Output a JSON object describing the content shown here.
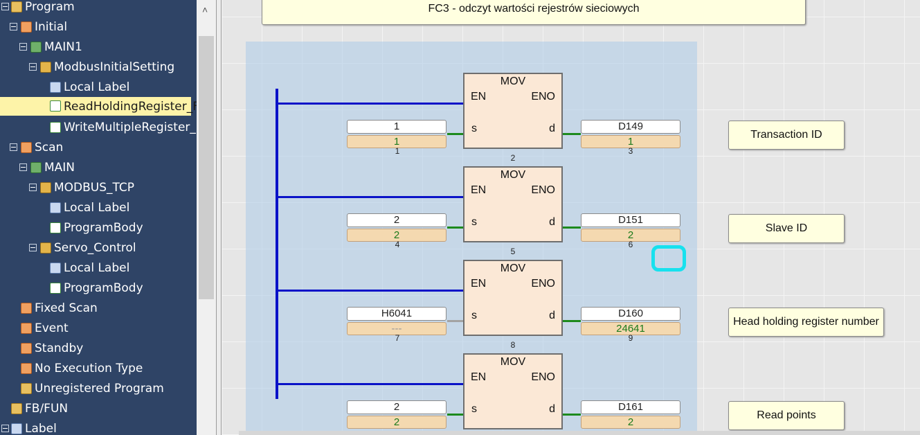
{
  "tree": {
    "items": [
      {
        "label": "Program",
        "icon": "program-folder-icon"
      },
      {
        "label": "Initial",
        "icon": "task-icon"
      },
      {
        "label": "MAIN1",
        "icon": "program-icon"
      },
      {
        "label": "ModbusInitialSetting",
        "icon": "fb-icon"
      },
      {
        "label": "Local Label",
        "icon": "local-label-icon"
      },
      {
        "label": "ReadHoldingRegister_FC",
        "icon": "program-body-icon"
      },
      {
        "label": "WriteMultipleRegister_F",
        "icon": "program-body-icon"
      },
      {
        "label": "Scan",
        "icon": "task-icon"
      },
      {
        "label": "MAIN",
        "icon": "program-icon"
      },
      {
        "label": "MODBUS_TCP",
        "icon": "fb-icon"
      },
      {
        "label": "Local Label",
        "icon": "local-label-icon"
      },
      {
        "label": "ProgramBody",
        "icon": "program-body-icon"
      },
      {
        "label": "Servo_Control",
        "icon": "fb-icon"
      },
      {
        "label": "Local Label",
        "icon": "local-label-icon"
      },
      {
        "label": "ProgramBody",
        "icon": "program-body-icon"
      },
      {
        "label": "Fixed Scan",
        "icon": "task-icon"
      },
      {
        "label": "Event",
        "icon": "task-icon"
      },
      {
        "label": "Standby",
        "icon": "task-icon"
      },
      {
        "label": "No Execution Type",
        "icon": "task-icon"
      },
      {
        "label": "Unregistered Program",
        "icon": "folder-icon"
      },
      {
        "label": "FB/FUN",
        "icon": "fb-folder-icon"
      },
      {
        "label": "Label",
        "icon": "label-folder-icon"
      }
    ],
    "selected_index": 5
  },
  "editor": {
    "title_comment": "FC3 - odczyt wartości rejestrów sieciowych",
    "rungs": [
      {
        "fn": "MOV",
        "en": "EN",
        "eno": "ENO",
        "s": "s",
        "d": "d",
        "src": "1",
        "src_mon": "1",
        "dst": "D149",
        "dst_mon": "1",
        "n_src": "1",
        "n_fb": "2",
        "n_dst": "3",
        "comment": "Transaction ID"
      },
      {
        "fn": "MOV",
        "en": "EN",
        "eno": "ENO",
        "s": "s",
        "d": "d",
        "src": "2",
        "src_mon": "2",
        "dst": "D151",
        "dst_mon": "2",
        "n_src": "4",
        "n_fb": "5",
        "n_dst": "6",
        "comment": "Slave ID"
      },
      {
        "fn": "MOV",
        "en": "EN",
        "eno": "ENO",
        "s": "s",
        "d": "d",
        "src": "H6041",
        "src_mon": "---",
        "dst": "D160",
        "dst_mon": "24641",
        "n_src": "7",
        "n_fb": "8",
        "n_dst": "9",
        "comment": "Head holding register number"
      },
      {
        "fn": "MOV",
        "en": "EN",
        "eno": "ENO",
        "s": "s",
        "d": "d",
        "src": "2",
        "src_mon": "2",
        "dst": "D161",
        "dst_mon": "2",
        "n_src": "",
        "n_fb": "",
        "n_dst": "",
        "comment": "Read points"
      }
    ]
  },
  "colors": {
    "tree_bg": "#2f4466",
    "selection": "#fdf3a8",
    "rail": "#0a12c8",
    "energized_wire": "#1d8a1d",
    "cursor": "#17e1ee"
  }
}
